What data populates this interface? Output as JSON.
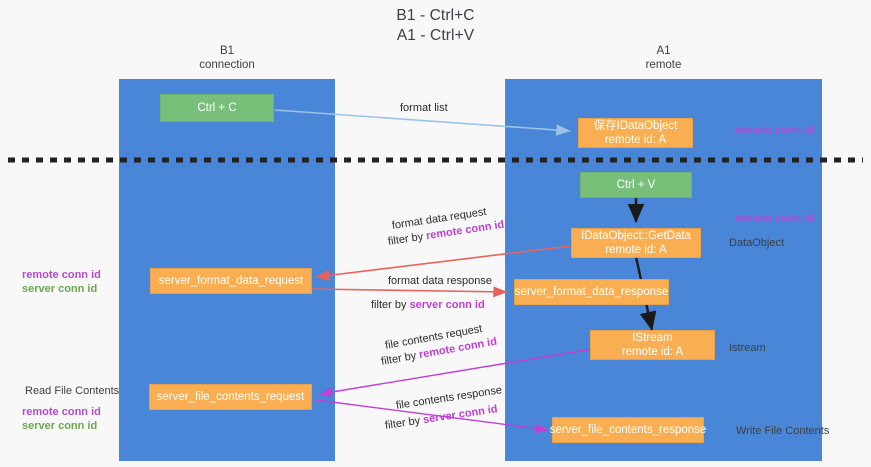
{
  "title": {
    "line1": "B1 - Ctrl+C",
    "line2": "A1 - Ctrl+V"
  },
  "lanes": [
    {
      "name": "B1",
      "subtitle": "connection"
    },
    {
      "name": "A1",
      "subtitle": "remote"
    }
  ],
  "nodes": {
    "ctrl_c": {
      "label": "Ctrl + C",
      "color": "#78c07a"
    },
    "save_idataobject": {
      "line1": "保存IDataObject",
      "line2": "remote id: A",
      "color": "#f9ae52"
    },
    "ctrl_v": {
      "label": "Ctrl + V",
      "color": "#78c07a"
    },
    "getdata": {
      "line1": "IDataObject::GetData",
      "line2": "remote id: A",
      "color": "#f9ae52"
    },
    "server_format_data_request": {
      "label": "server_format_data_request",
      "color": "#f9ae52"
    },
    "server_format_data_response": {
      "label": "server_format_data_response",
      "color": "#f9ae52"
    },
    "istream": {
      "line1": "IStream",
      "line2": "remote id: A",
      "color": "#f9ae52"
    },
    "server_file_contents_request": {
      "label": "server_file_contents_request",
      "color": "#f9ae52"
    },
    "server_file_contents_response": {
      "label": "server_file_contents_response",
      "color": "#f9ae52"
    }
  },
  "edge_labels": {
    "format_list": "format list",
    "format_data_request": "format data request",
    "format_data_request_filter_prefix": "filter by ",
    "format_data_request_filter_key": "remote conn id",
    "format_data_response": "format data response",
    "format_data_response_filter_prefix": "filter by ",
    "format_data_response_filter_key": "server conn id",
    "file_contents_request": "file contents request",
    "file_contents_request_filter_prefix": "filter by ",
    "file_contents_request_filter_key": "remote conn id",
    "file_contents_response": "file contents response",
    "file_contents_response_filter_prefix": "filter by ",
    "file_contents_response_filter_key": "server conn id"
  },
  "annotations": {
    "right_remote_conn_id_top": "remote conn id",
    "right_remote_conn_id_mid": "remote conn id",
    "right_dataobject": "DataObject",
    "right_istream": "Istream",
    "right_write_file_contents": "Write File Contents",
    "left_remote_conn_id_1": "remote conn id",
    "left_server_conn_id_1": "server conn id",
    "left_read_file_contents": "Read File Contents",
    "left_remote_conn_id_2": "remote conn id",
    "left_server_conn_id_2": "server conn id"
  },
  "colors": {
    "lane": "#4a86d8",
    "node_orange": "#f9ae52",
    "node_green": "#78c07a",
    "arrow_light_blue": "#9cc3e8",
    "arrow_red": "#e8635c",
    "arrow_magenta": "#c13fd6",
    "arrow_black": "#1a1a1a",
    "highlight_purple": "#b54ad1",
    "highlight_green": "#6aa84f",
    "divider": "#222222"
  }
}
